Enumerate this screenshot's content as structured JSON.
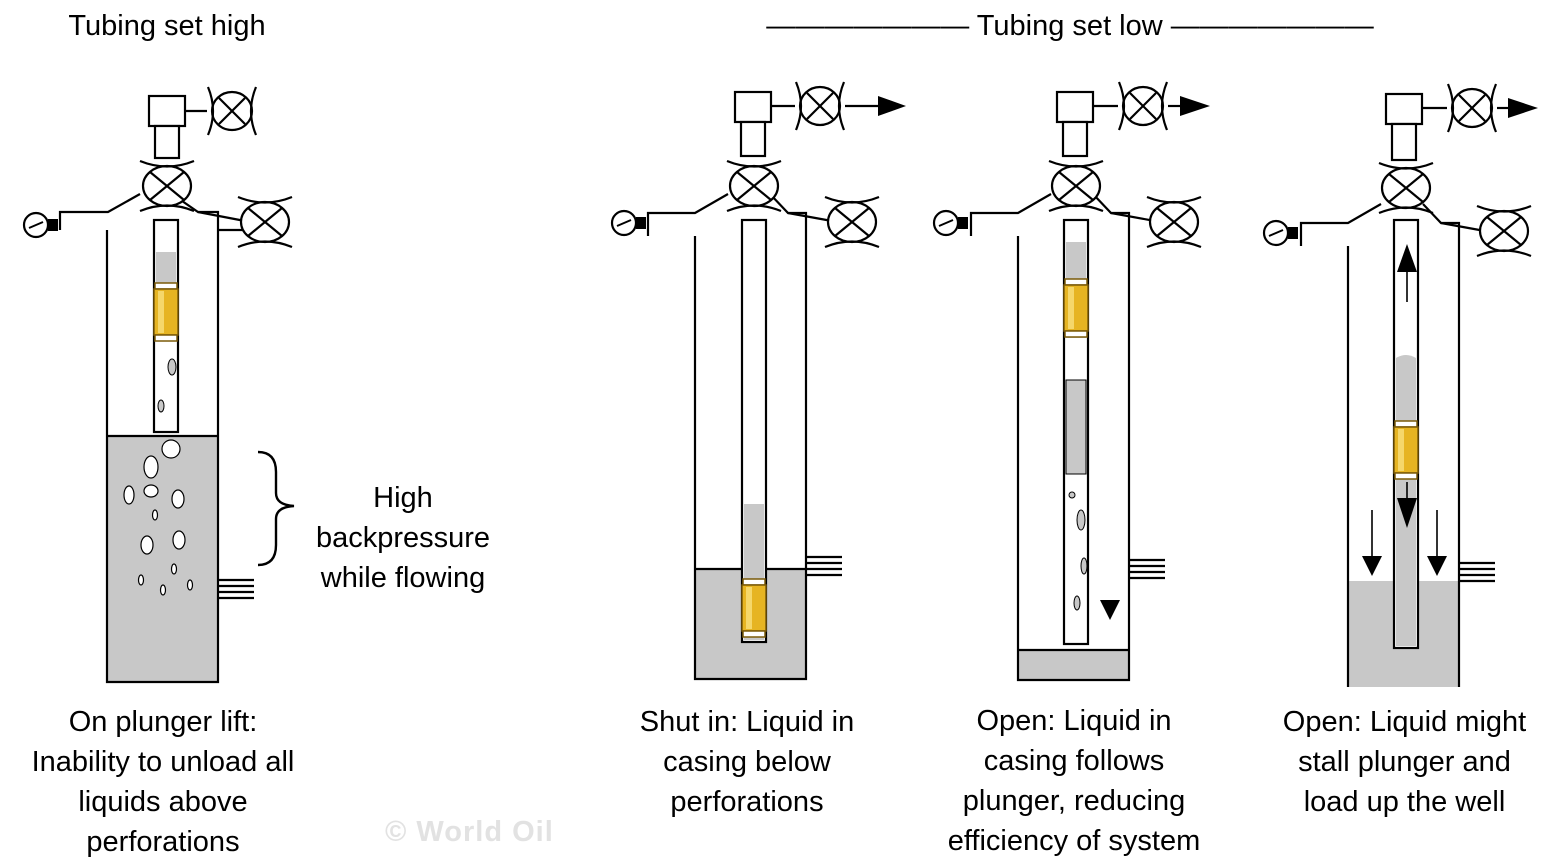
{
  "header": {
    "left_title": "Tubing set high",
    "right_title": "——————— Tubing set low ———————"
  },
  "annotation": {
    "bracket_text": "High\nbackpressure\nwhile flowing"
  },
  "panels": [
    {
      "caption": "On plunger lift:\nInability to unload all\nliquids above\nperforations"
    },
    {
      "caption": "Shut in: Liquid in\ncasing below\nperforations"
    },
    {
      "caption": "Open: Liquid in\ncasing follows\nplunger, reducing\nefficiency of system"
    },
    {
      "caption": "Open: Liquid might\nstall plunger and\nload up the well"
    }
  ],
  "watermark": "© World Oil",
  "colors": {
    "liquid": "#c8c8c8",
    "plunger": "#e6b422",
    "plunger_dark": "#8a6a10",
    "line": "#000000"
  }
}
